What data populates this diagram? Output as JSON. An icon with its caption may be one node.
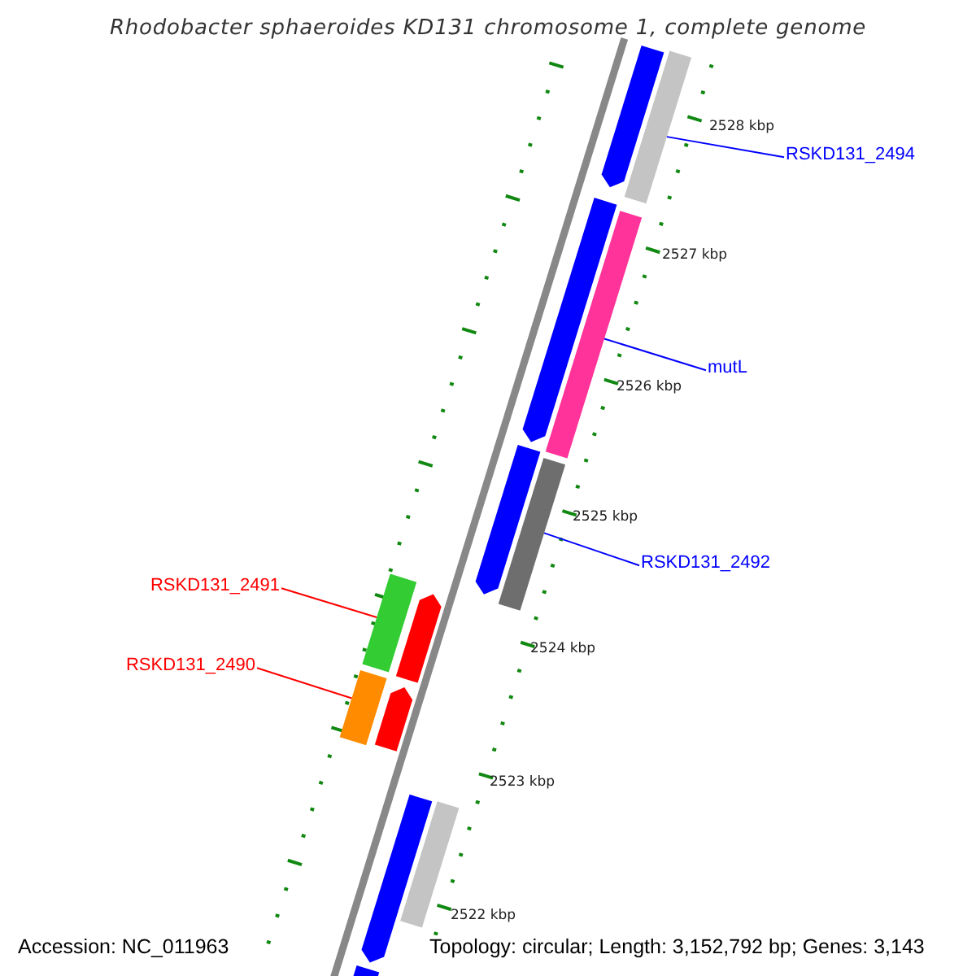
{
  "diagram": {
    "title": "Rhodobacter sphaeroides KD131 chromosome 1, complete genome",
    "nodes": [
      {
        "text": [],
        "shape": "pentagon"
      },
      {
        "text": [],
        "shape": "box"
      },
      {
        "text": [
          "RSKD131_2494"
        ]
      },
      {
        "text": [],
        "shape": "pentagon"
      },
      {
        "text": [],
        "shape": "box"
      },
      {
        "text": [
          "mutL"
        ]
      },
      {
        "text": [],
        "shape": "pentagon"
      },
      {
        "text": [],
        "shape": "box"
      },
      {
        "text": [
          "RSKD131_2492"
        ]
      },
      {
        "text": [
          "RSKD131_2491"
        ]
      },
      {
        "text": [],
        "shape": "box"
      },
      {
        "text": [],
        "shape": "pentagon"
      },
      {
        "text": [
          "RSKD131_2490"
        ]
      },
      {
        "text": [],
        "shape": "box"
      },
      {
        "text": [],
        "shape": "pentagon"
      },
      {
        "text": [],
        "shape": "pentagon"
      },
      {
        "text": [],
        "shape": "box"
      },
      {
        "text": [],
        "shape": "pentagon"
      }
    ],
    "edges": [
      {
        "from": 2,
        "to": 1,
        "arrow": "none"
      },
      {
        "from": 5,
        "to": 4,
        "arrow": "none"
      },
      {
        "from": 8,
        "to": 7,
        "arrow": "none"
      },
      {
        "from": 9,
        "to": 10,
        "arrow": "none",
        "color": "#ff0000"
      },
      {
        "from": 12,
        "to": 13,
        "arrow": "none",
        "color": "#ff0000"
      }
    ],
    "labels": [
      "2528 kbp",
      "2527 kbp",
      "2526 kbp",
      "2525 kbp",
      "2524 kbp",
      "2523 kbp",
      "2522 kbp",
      "Accession: NC_011963",
      "Topology: circular; Length: 3,152,792 bp; Genes: 3,143"
    ]
  }
}
